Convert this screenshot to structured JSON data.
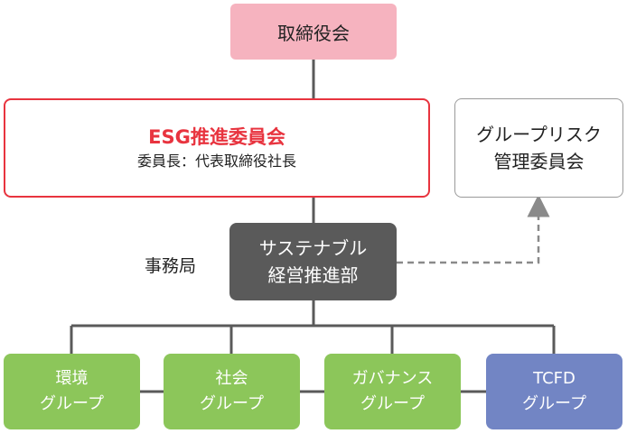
{
  "board": "取締役会",
  "esg_committee": {
    "title": "ESG推進委員会",
    "chair": "委員長：代表取締役社長"
  },
  "risk_committee": {
    "lines": [
      "グループリスク",
      "管理委員会"
    ]
  },
  "secretariat_label": "事務局",
  "sustainability_dept": {
    "lines": [
      "サステナブル",
      "経営推進部"
    ]
  },
  "groups": [
    {
      "lines": [
        "環境",
        "グループ"
      ],
      "color": "#8cc65a"
    },
    {
      "lines": [
        "社会",
        "グループ"
      ],
      "color": "#8cc65a"
    },
    {
      "lines": [
        "ガバナンス",
        "グループ"
      ],
      "color": "#8cc65a"
    },
    {
      "lines": [
        "TCFD",
        "グループ"
      ],
      "color": "#7285c4"
    }
  ],
  "colors": {
    "board_fill": "#f6b3bf",
    "esg_border": "#e8343f",
    "dept_fill": "#5a5a5a",
    "connector": "#5a5a5a",
    "dashed_connector": "#8a8a8a"
  }
}
